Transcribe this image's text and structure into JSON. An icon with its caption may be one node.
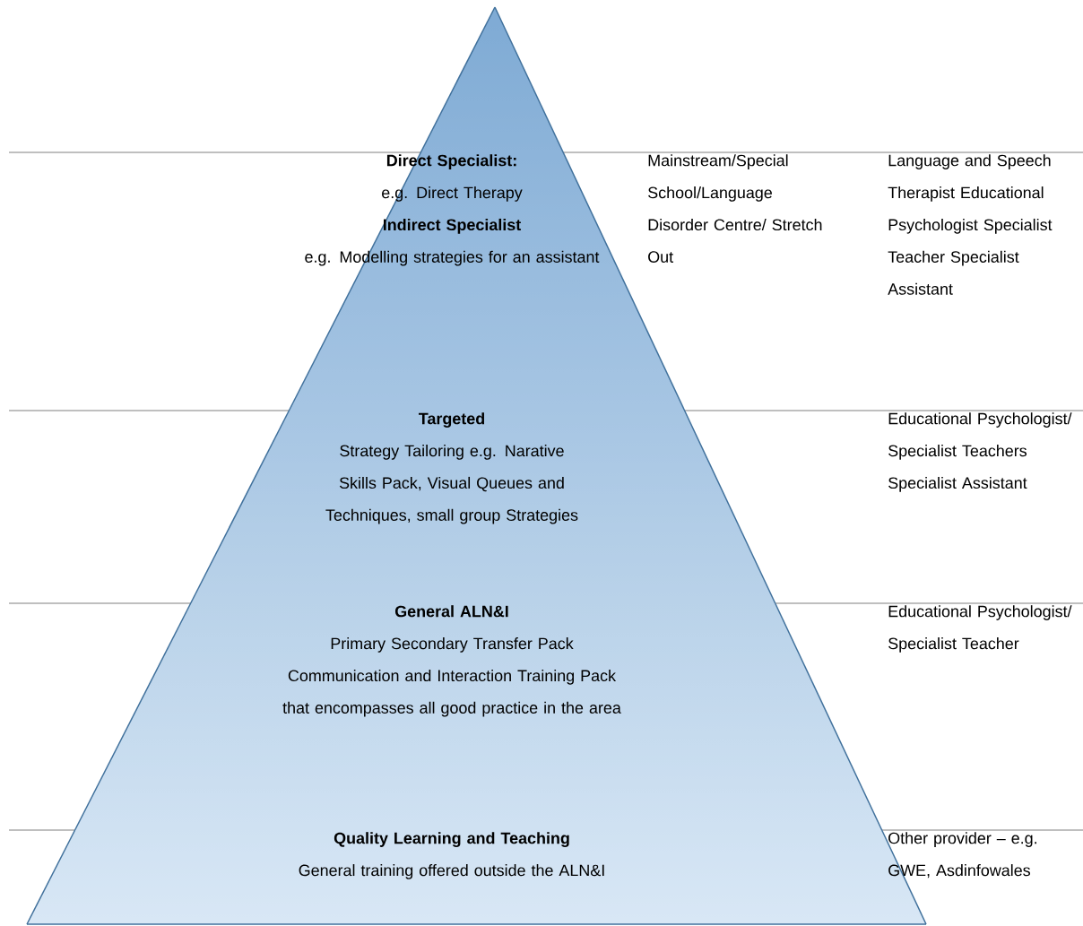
{
  "diagram": {
    "nodes": [
      {
        "text": [
          "Direct Specialist:",
          "e.g. Direct Therapy",
          "Indirect Specialist",
          "e.g. Modelling strategies for an assistant"
        ]
      },
      {
        "text": [
          "Targeted",
          "Strategy Tailoring e.g. Narative Skills Pack, Visual Queues and Techniques, small group Strategies"
        ]
      },
      {
        "text": [
          "General ALN&I",
          "Primary Secondary Transfer Pack",
          "Communication and Interaction Training Pack that encompasses all good practice in the area"
        ]
      },
      {
        "text": [
          "Quality Learning and Teaching",
          "General training offered outside the ALN&I"
        ]
      }
    ],
    "labels": [
      "Mainstream/Special School/Language Disorder Centre/ Stretch Out",
      "Language and Speech Therapist Educational Psychologist Specialist Teacher Specialist Assistant",
      "Educational Psychologist/ Specialist Teachers Specialist Assistant",
      "Educational Psychologist/ Specialist Teacher",
      "Other provider – e.g. GWE, Asdinfowales"
    ]
  }
}
